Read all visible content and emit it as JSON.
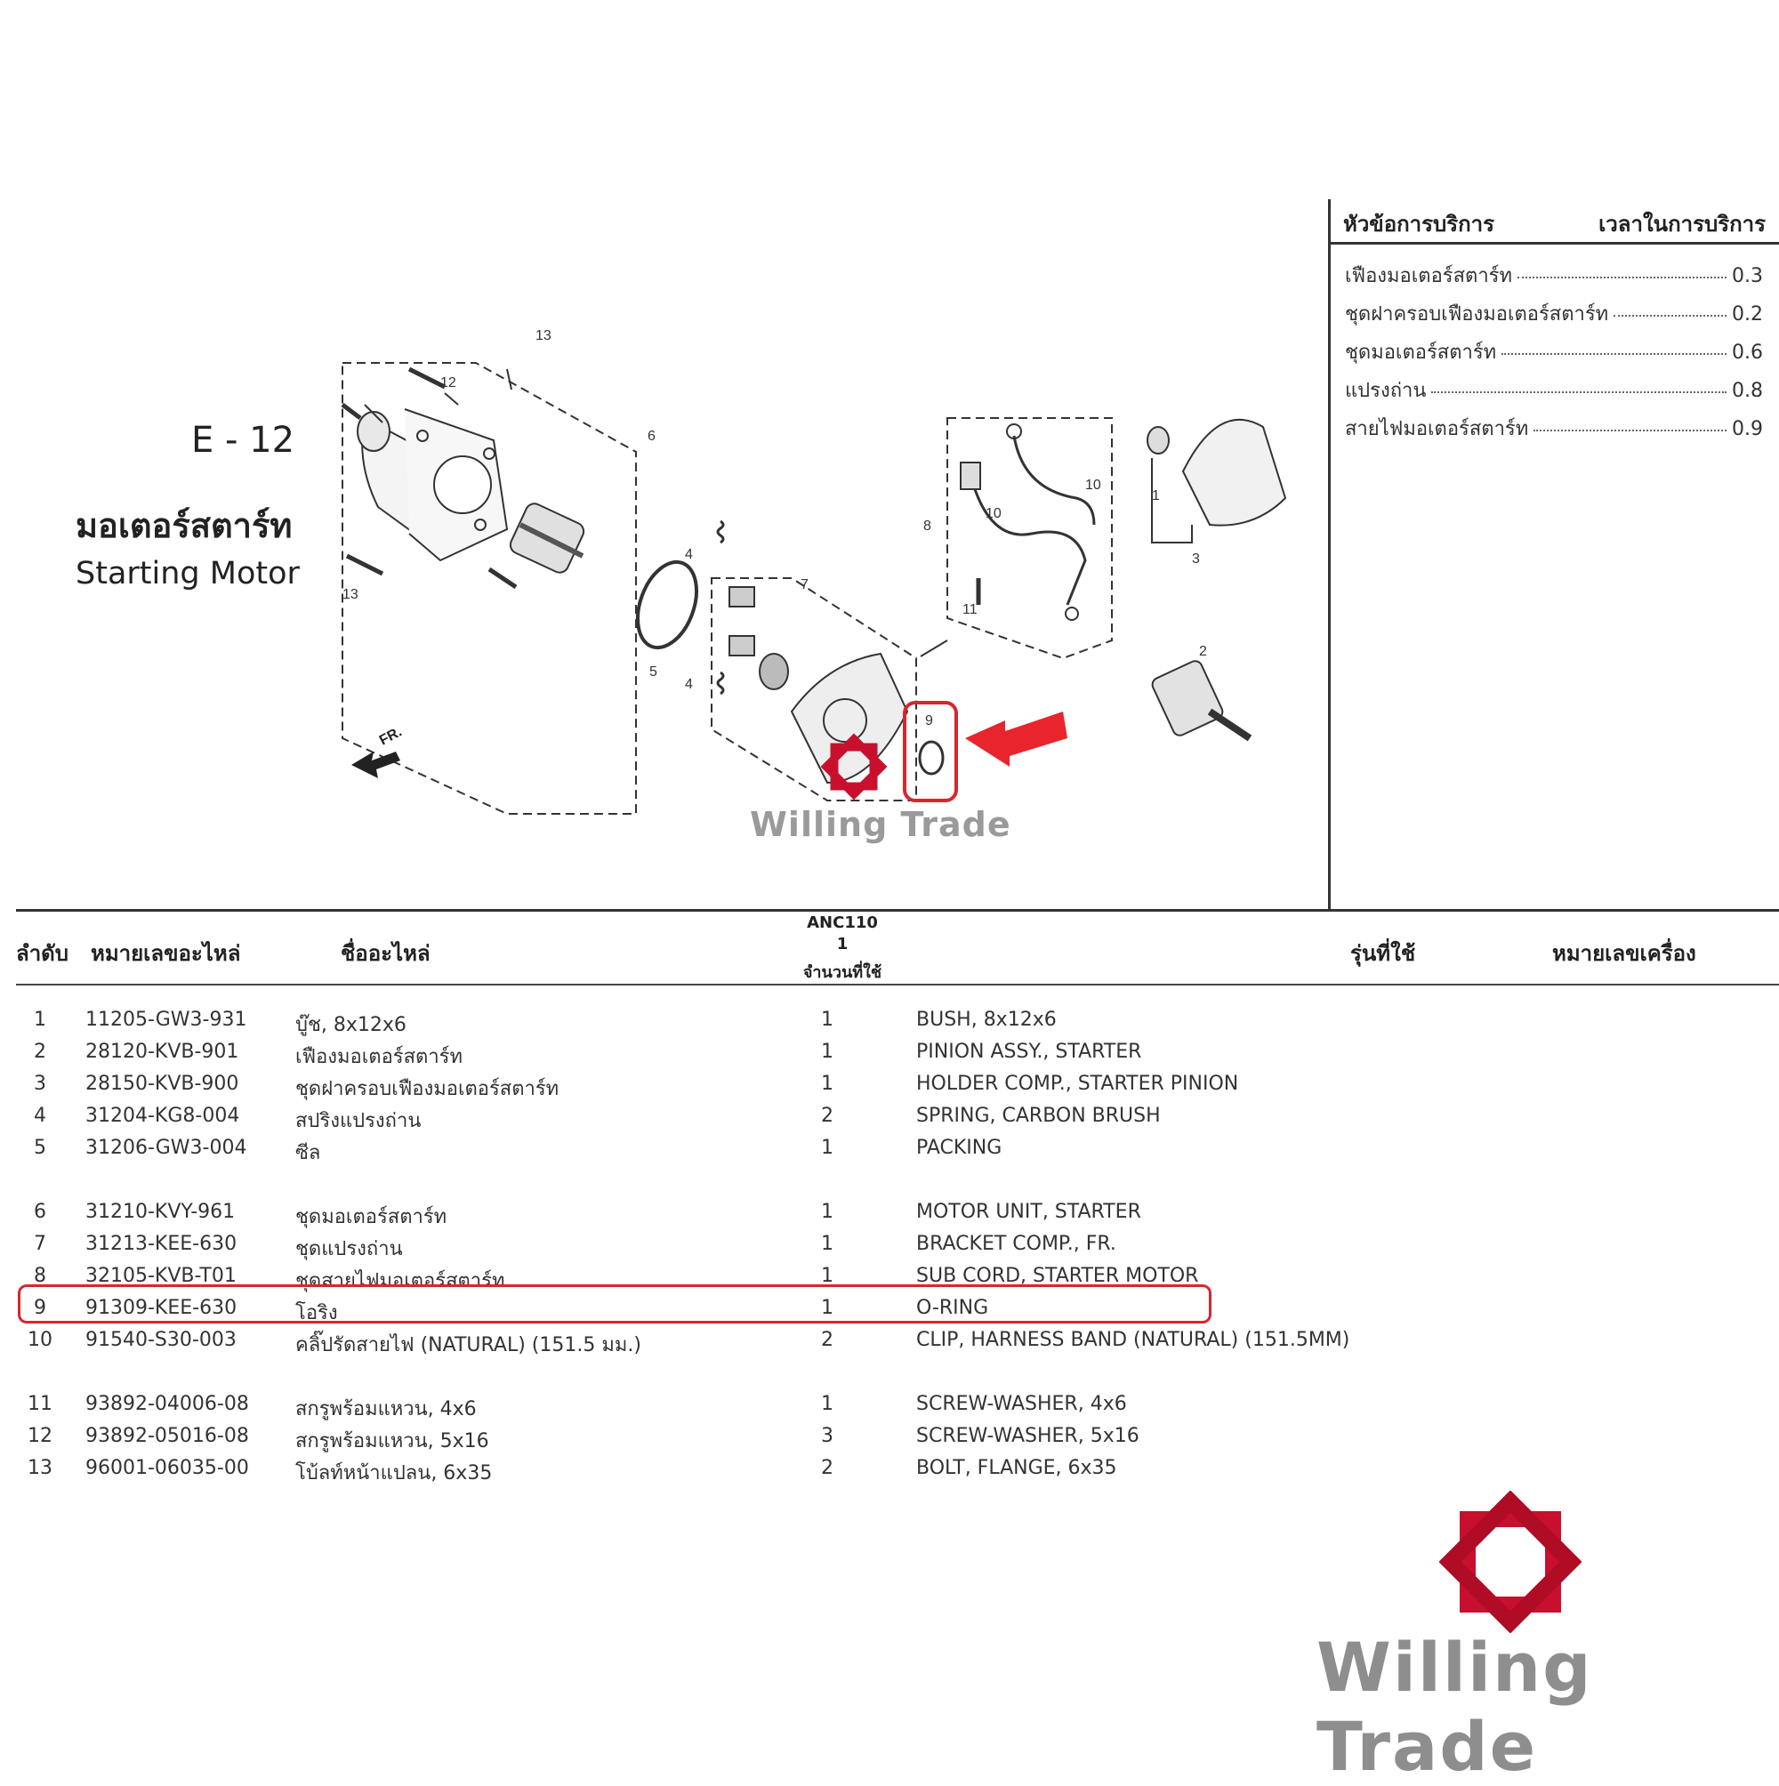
{
  "header": {
    "section_code": "E - 12",
    "title_th": "มอเตอร์สตาร์ท",
    "title_en": "Starting Motor"
  },
  "service": {
    "head_topic": "หัวข้อการบริการ",
    "head_time": "เวลาในการบริการ",
    "items": [
      {
        "name": "เฟืองมอเตอร์สตาร์ท",
        "time": "0.3"
      },
      {
        "name": "ชุดฝาครอบเฟืองมอเตอร์สตาร์ท",
        "time": "0.2"
      },
      {
        "name": "ชุดมอเตอร์สตาร์ท",
        "time": "0.6"
      },
      {
        "name": "แปรงถ่าน",
        "time": "0.8"
      },
      {
        "name": "สายไฟมอเตอร์สตาร์ท",
        "time": "0.9"
      }
    ]
  },
  "diagram": {
    "callouts": [
      "13",
      "12",
      "6",
      "13",
      "4",
      "7",
      "5",
      "4",
      "8",
      "10",
      "10",
      "11",
      "1",
      "3",
      "2",
      "9"
    ],
    "fr_label": "FR."
  },
  "watermark": {
    "brand": "Willing Trade"
  },
  "table": {
    "headers": {
      "no": "ลำดับ",
      "part_no": "หมายเลขอะไหล่",
      "part_name": "ชื่ออะไหล่",
      "model": "ANC110",
      "model_sub": "1",
      "qty": "จำนวนที่ใช้",
      "models_used": "รุ่นที่ใช้",
      "serial": "หมายเลขเครื่อง"
    },
    "rows": [
      {
        "no": "1",
        "part_no": "11205-GW3-931",
        "name_th": "บู๊ช, 8x12x6",
        "qty": "1",
        "name_en": "BUSH, 8x12x6"
      },
      {
        "no": "2",
        "part_no": "28120-KVB-901",
        "name_th": "เฟืองมอเตอร์สตาร์ท",
        "qty": "1",
        "name_en": "PINION ASSY., STARTER"
      },
      {
        "no": "3",
        "part_no": "28150-KVB-900",
        "name_th": "ชุดฝาครอบเฟืองมอเตอร์สตาร์ท",
        "qty": "1",
        "name_en": "HOLDER COMP., STARTER PINION"
      },
      {
        "no": "4",
        "part_no": "31204-KG8-004",
        "name_th": "สปริงแปรงถ่าน",
        "qty": "2",
        "name_en": "SPRING, CARBON BRUSH"
      },
      {
        "no": "5",
        "part_no": "31206-GW3-004",
        "name_th": "ซีล",
        "qty": "1",
        "name_en": "PACKING"
      },
      {
        "no": "6",
        "part_no": "31210-KVY-961",
        "name_th": "ชุดมอเตอร์สตาร์ท",
        "qty": "1",
        "name_en": "MOTOR UNIT, STARTER"
      },
      {
        "no": "7",
        "part_no": "31213-KEE-630",
        "name_th": "ชุดแปรงถ่าน",
        "qty": "1",
        "name_en": "BRACKET COMP., FR."
      },
      {
        "no": "8",
        "part_no": "32105-KVB-T01",
        "name_th": "ชุดสายไฟมอเตอร์สตาร์ท",
        "qty": "1",
        "name_en": "SUB CORD, STARTER MOTOR"
      },
      {
        "no": "9",
        "part_no": "91309-KEE-630",
        "name_th": "โอริง",
        "qty": "1",
        "name_en": "O-RING"
      },
      {
        "no": "10",
        "part_no": "91540-S30-003",
        "name_th": "คลิ๊ปรัดสายไฟ (NATURAL) (151.5 มม.)",
        "qty": "2",
        "name_en": "CLIP, HARNESS BAND (NATURAL) (151.5MM)"
      },
      {
        "no": "11",
        "part_no": "93892-04006-08",
        "name_th": "สกรูพร้อมแหวน, 4x6",
        "qty": "1",
        "name_en": "SCREW-WASHER, 4x6"
      },
      {
        "no": "12",
        "part_no": "93892-05016-08",
        "name_th": "สกรูพร้อมแหวน, 5x16",
        "qty": "3",
        "name_en": "SCREW-WASHER, 5x16"
      },
      {
        "no": "13",
        "part_no": "96001-06035-00",
        "name_th": "โบ้ลท์หน้าแปลน, 6x35",
        "qty": "2",
        "name_en": "BOLT, FLANGE, 6x35"
      }
    ]
  },
  "colors": {
    "highlight": "#d8262e",
    "logo_red": "#c8102e",
    "watermark_gray": "#8e8e8e"
  }
}
